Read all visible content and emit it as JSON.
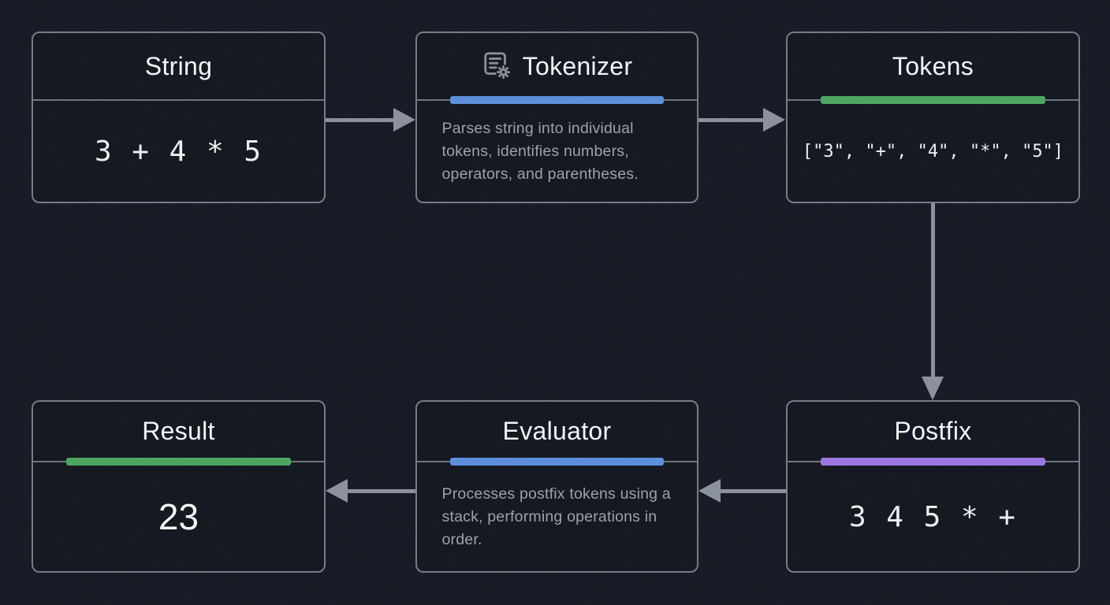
{
  "diagram": {
    "description": "Expression evaluation pipeline flowchart",
    "nodes": {
      "string": {
        "title": "String",
        "value": "3 + 4 * 5"
      },
      "tokenizer": {
        "title": "Tokenizer",
        "icon": "document-gear-icon",
        "accent": "#5b8edc",
        "description": "Parses string into individual tokens, identifies numbers, operators, and parentheses."
      },
      "tokens": {
        "title": "Tokens",
        "accent": "#4aa55e",
        "value": "[\"3\", \"+\", \"4\", \"*\", \"5\"]"
      },
      "postfix": {
        "title": "Postfix",
        "accent": "#9b75e3",
        "value": "3 4 5 * +"
      },
      "evaluator": {
        "title": "Evaluator",
        "accent": "#5b8edc",
        "description": "Processes postfix tokens using a stack, performing operations in order."
      },
      "result": {
        "title": "Result",
        "accent": "#4aa55e",
        "value": "23"
      }
    },
    "edges": [
      {
        "from": "string",
        "to": "tokenizer",
        "direction": "right"
      },
      {
        "from": "tokenizer",
        "to": "tokens",
        "direction": "right"
      },
      {
        "from": "tokens",
        "to": "postfix",
        "direction": "down"
      },
      {
        "from": "postfix",
        "to": "evaluator",
        "direction": "left"
      },
      {
        "from": "evaluator",
        "to": "result",
        "direction": "left"
      }
    ],
    "colors": {
      "background": "#141822",
      "node_background": "#11151d",
      "node_border": "#747b88",
      "divider": "#6d7480",
      "title_text": "#f3f5f7",
      "description_text": "#9aa2ad",
      "code_text": "#eef0f2",
      "arrow": "#8a919c",
      "accent_blue": "#5b8edc",
      "accent_green": "#4aa55e",
      "accent_purple": "#9b75e3"
    }
  }
}
